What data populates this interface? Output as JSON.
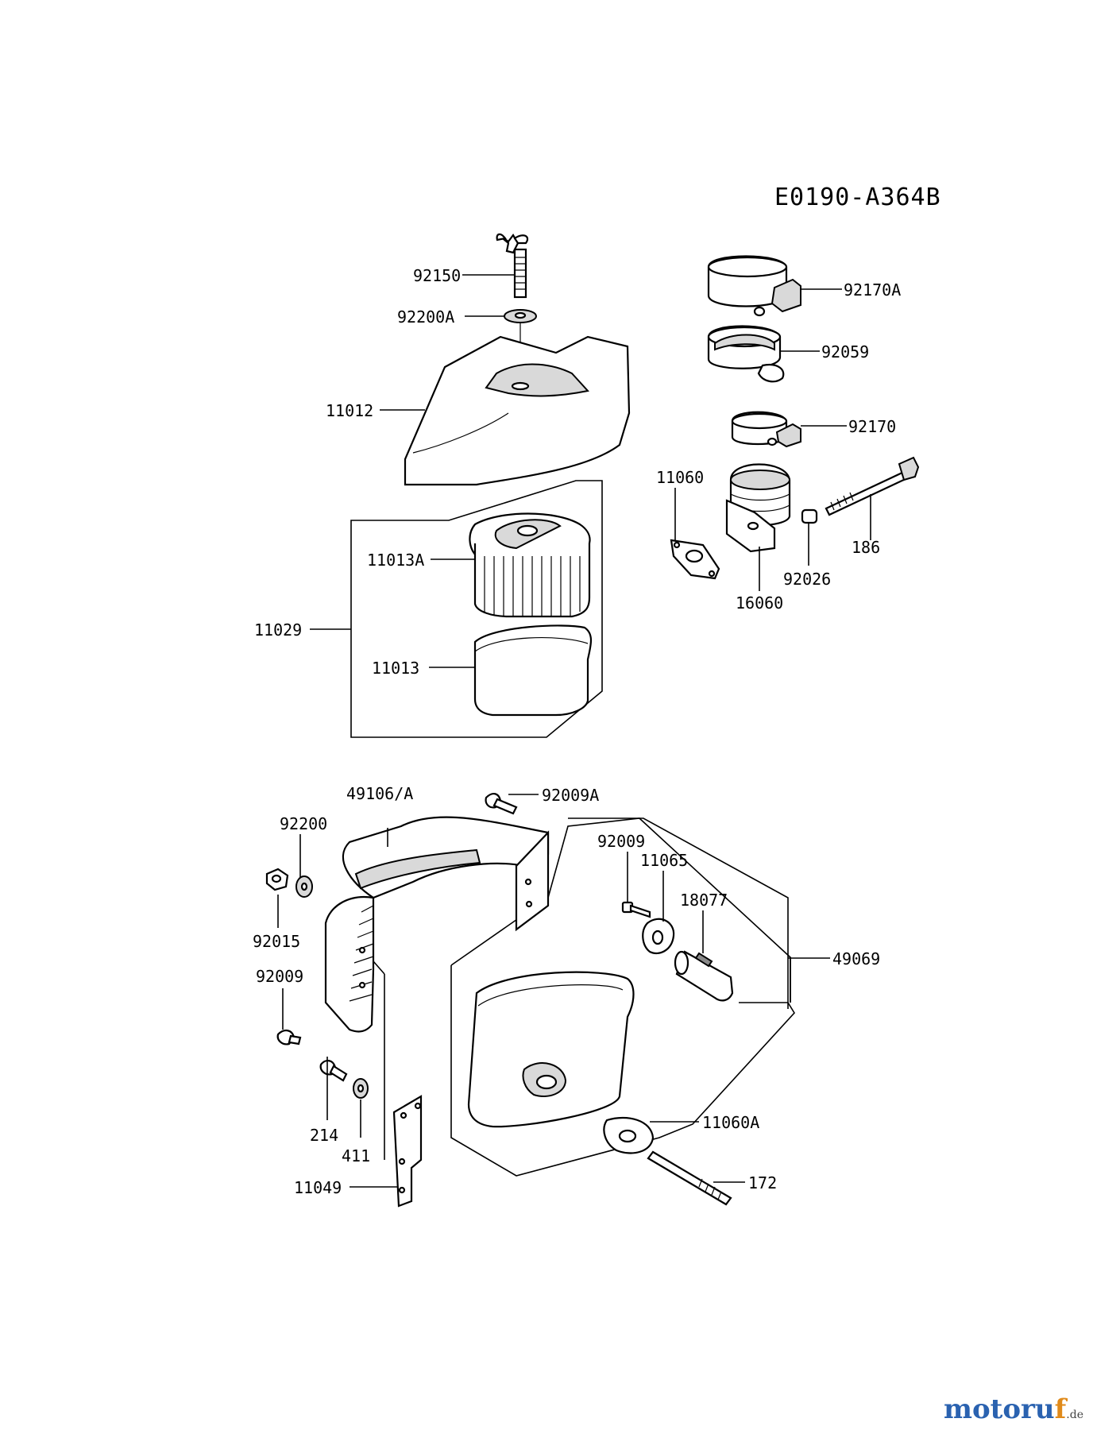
{
  "diagram_code": "E0190-A364B",
  "labels": {
    "l92150": "92150",
    "l92200A": "92200A",
    "l11012": "11012",
    "l11013A": "11013A",
    "l11029": "11029",
    "l11013": "11013",
    "l92170A": "92170A",
    "l92059": "92059",
    "l92170": "92170",
    "l11060": "11060",
    "l186": "186",
    "l92026": "92026",
    "l16060": "16060",
    "l49106A": "49106/A",
    "l92009A": "92009A",
    "l92200": "92200",
    "l92015": "92015",
    "l92009_left": "92009",
    "l92009_right": "92009",
    "l11065": "11065",
    "l18077": "18077",
    "l49069": "49069",
    "l214": "214",
    "l411": "411",
    "l11049": "11049",
    "l11060A": "11060A",
    "l172": "172"
  },
  "watermark": {
    "main": "motoru",
    "accent": "f",
    "tld": ".de"
  }
}
